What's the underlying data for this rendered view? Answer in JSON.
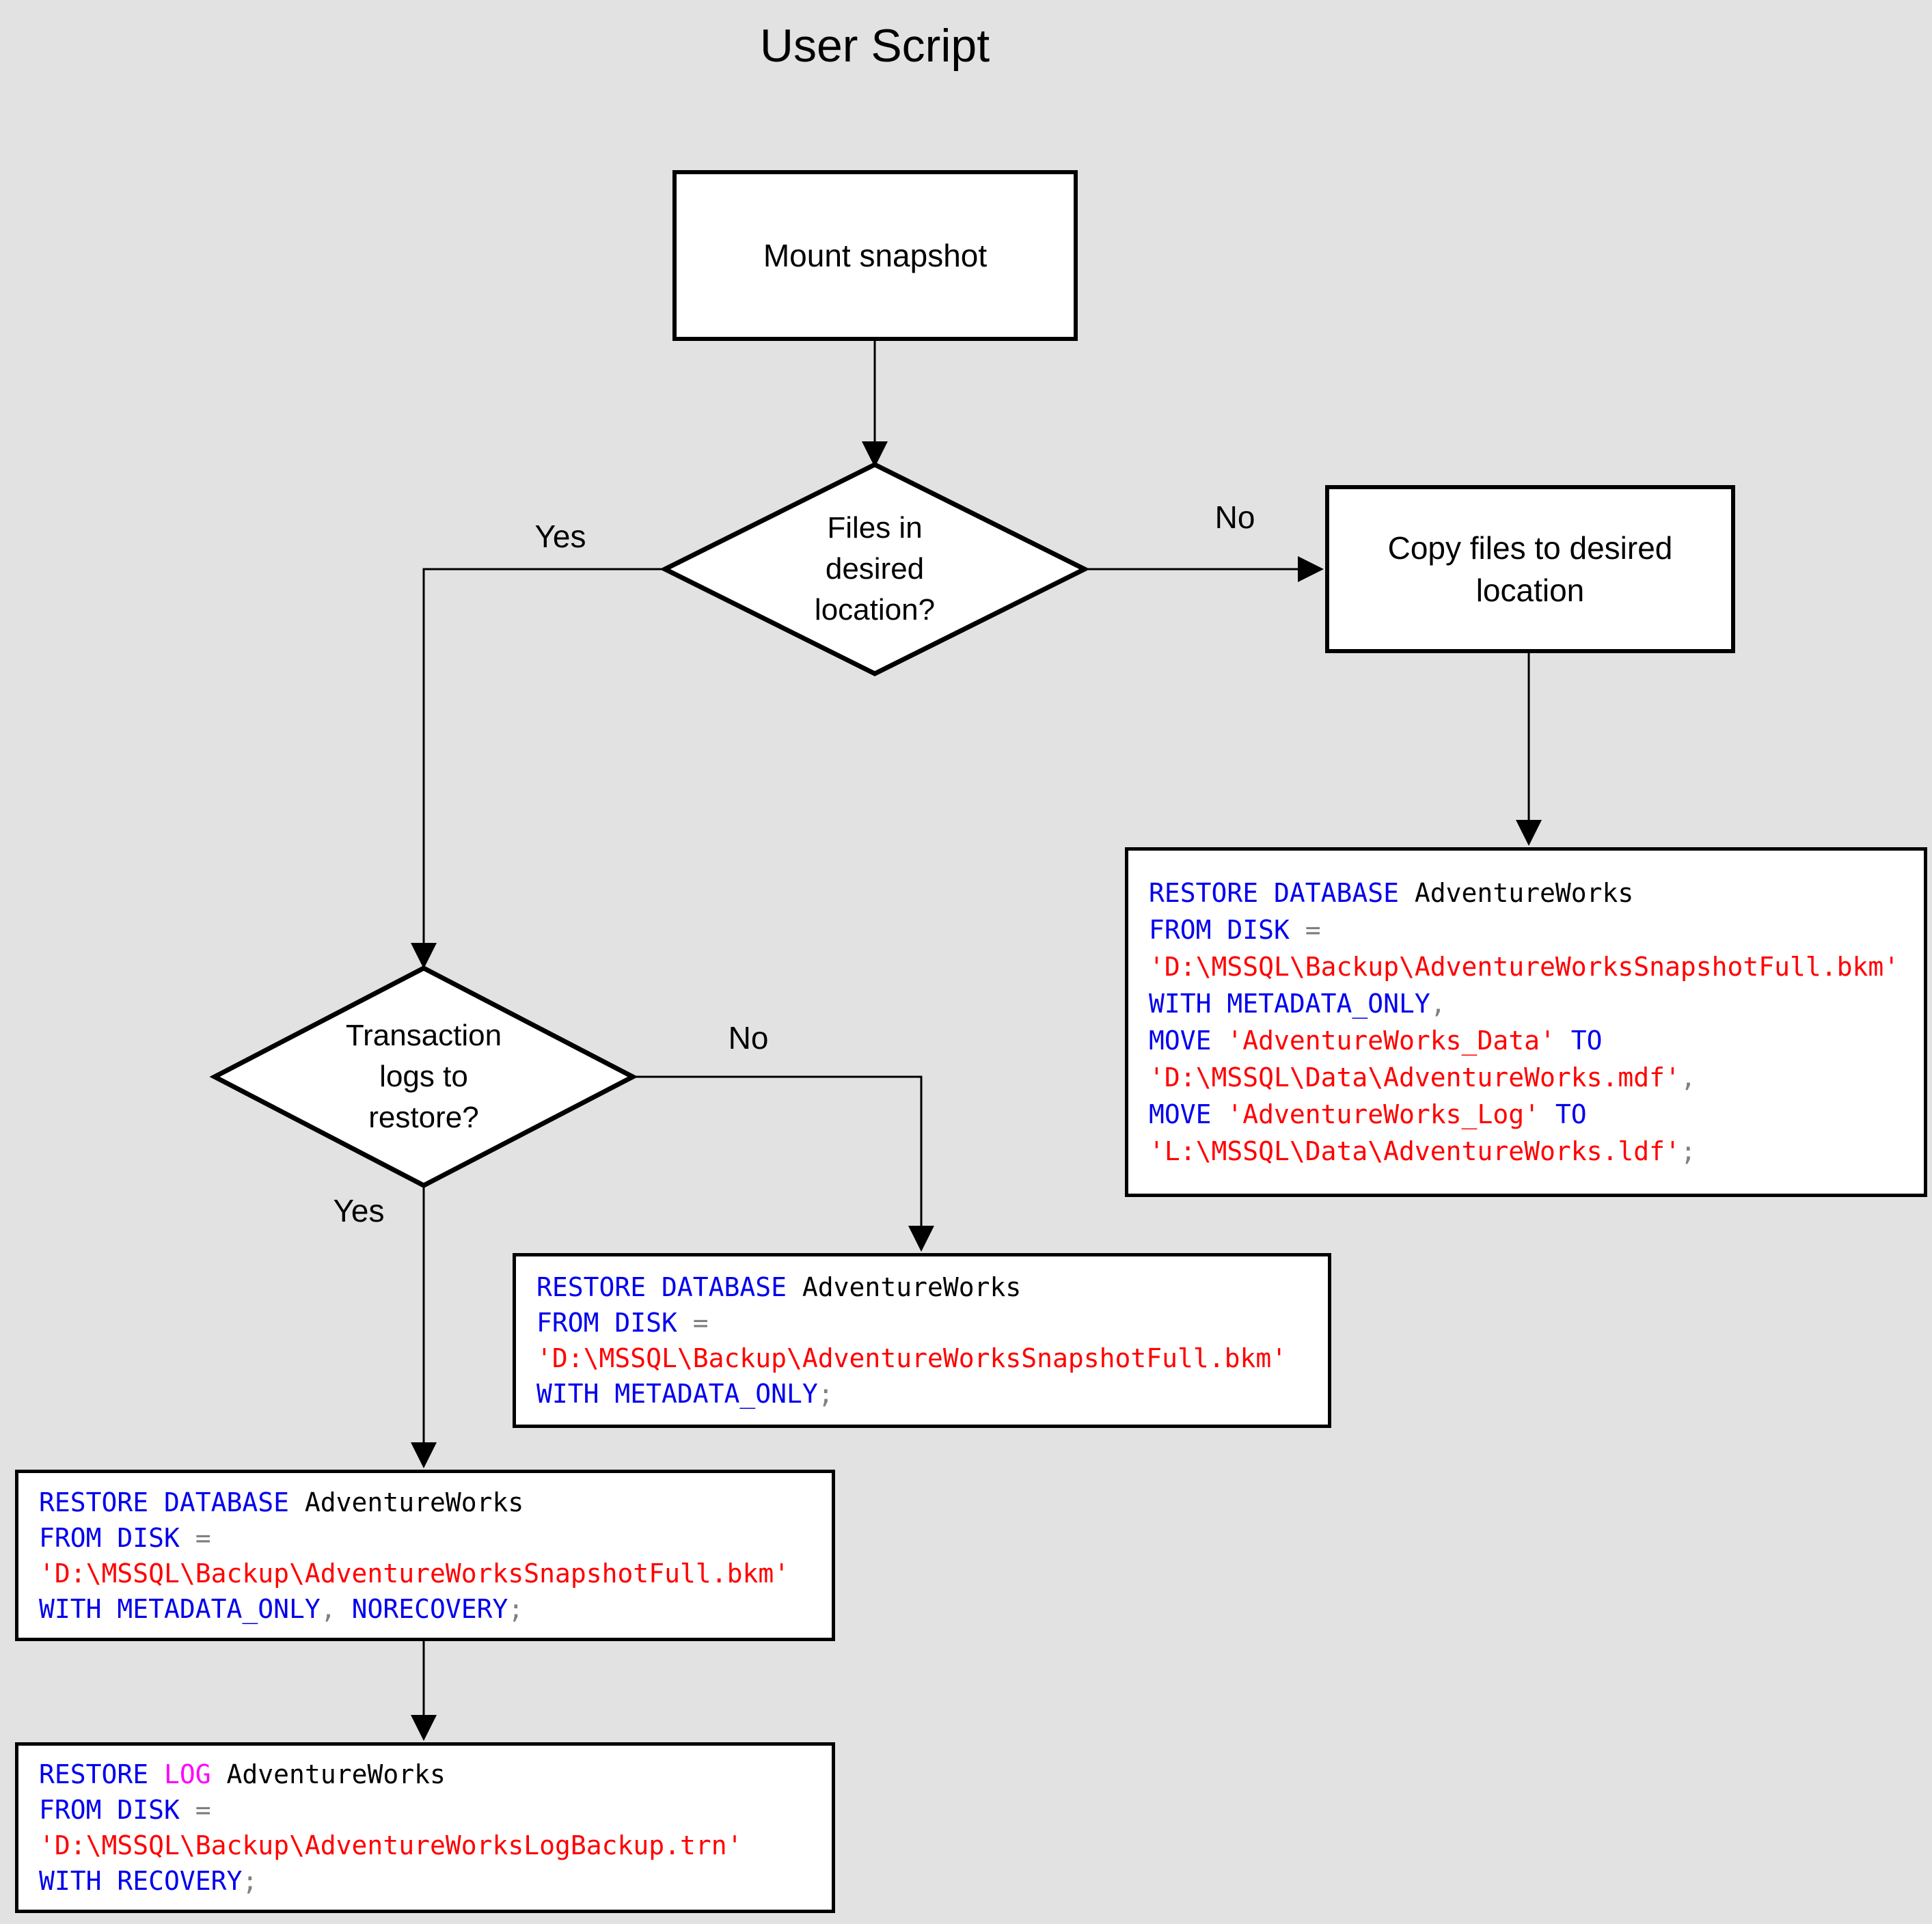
{
  "title": "User Script",
  "colors": {
    "background": "#e2e2e2",
    "shape_fill": "#ffffff",
    "shape_border": "#000000",
    "keyword": "#0000ee",
    "string": "#ff0000",
    "identifier": "#000000",
    "operator": "#808080",
    "log_keyword": "#ff00ff"
  },
  "nodes": {
    "mount_snapshot": {
      "label": "Mount snapshot"
    },
    "files_decision": {
      "lines": [
        "Files in",
        "desired",
        "location?"
      ]
    },
    "copy_files": {
      "lines": [
        "Copy files to desired",
        "location"
      ]
    },
    "logs_decision": {
      "lines": [
        "Transaction",
        "logs to",
        "restore?"
      ]
    }
  },
  "edge_labels": {
    "files_yes": "Yes",
    "files_no": "No",
    "logs_yes": "Yes",
    "logs_no": "No"
  },
  "code_blocks": [
    {
      "name": "restore-database-with-move",
      "lines": [
        [
          {
            "t": "RESTORE DATABASE",
            "c": "kw"
          },
          {
            "t": " AdventureWorks",
            "c": "id"
          }
        ],
        [
          {
            "t": "FROM DISK ",
            "c": "kw"
          },
          {
            "t": "=",
            "c": "op"
          }
        ],
        [
          {
            "t": "'D:\\MSSQL\\Backup\\AdventureWorksSnapshotFull.bkm'",
            "c": "str"
          }
        ],
        [
          {
            "t": "WITH METADATA_ONLY",
            "c": "kw"
          },
          {
            "t": ",",
            "c": "op"
          }
        ],
        [
          {
            "t": "MOVE ",
            "c": "kw"
          },
          {
            "t": "'AdventureWorks_Data'",
            "c": "str"
          },
          {
            "t": " TO",
            "c": "kw"
          }
        ],
        [
          {
            "t": "'D:\\MSSQL\\Data\\AdventureWorks.mdf'",
            "c": "str"
          },
          {
            "t": ",",
            "c": "op"
          }
        ],
        [
          {
            "t": "MOVE ",
            "c": "kw"
          },
          {
            "t": "'AdventureWorks_Log'",
            "c": "str"
          },
          {
            "t": " TO",
            "c": "kw"
          }
        ],
        [
          {
            "t": "'L:\\MSSQL\\Data\\AdventureWorks.ldf'",
            "c": "str"
          },
          {
            "t": ";",
            "c": "op"
          }
        ]
      ]
    },
    {
      "name": "restore-database-metadata-only",
      "lines": [
        [
          {
            "t": "RESTORE DATABASE",
            "c": "kw"
          },
          {
            "t": " AdventureWorks",
            "c": "id"
          }
        ],
        [
          {
            "t": "FROM DISK ",
            "c": "kw"
          },
          {
            "t": "=",
            "c": "op"
          }
        ],
        [
          {
            "t": "'D:\\MSSQL\\Backup\\AdventureWorksSnapshotFull.bkm'",
            "c": "str"
          }
        ],
        [
          {
            "t": "WITH METADATA_ONLY",
            "c": "kw"
          },
          {
            "t": ";",
            "c": "op"
          }
        ]
      ]
    },
    {
      "name": "restore-database-norecovery",
      "lines": [
        [
          {
            "t": "RESTORE DATABASE",
            "c": "kw"
          },
          {
            "t": " AdventureWorks",
            "c": "id"
          }
        ],
        [
          {
            "t": "FROM DISK ",
            "c": "kw"
          },
          {
            "t": "=",
            "c": "op"
          }
        ],
        [
          {
            "t": "'D:\\MSSQL\\Backup\\AdventureWorksSnapshotFull.bkm'",
            "c": "str"
          }
        ],
        [
          {
            "t": "WITH METADATA_ONLY",
            "c": "kw"
          },
          {
            "t": ", ",
            "c": "op"
          },
          {
            "t": "NORECOVERY",
            "c": "kw"
          },
          {
            "t": ";",
            "c": "op"
          }
        ]
      ]
    },
    {
      "name": "restore-log-recovery",
      "lines": [
        [
          {
            "t": "RESTORE ",
            "c": "kw"
          },
          {
            "t": "LOG",
            "c": "log"
          },
          {
            "t": " AdventureWorks",
            "c": "id"
          }
        ],
        [
          {
            "t": "FROM DISK ",
            "c": "kw"
          },
          {
            "t": "=",
            "c": "op"
          }
        ],
        [
          {
            "t": "'D:\\MSSQL\\Backup\\AdventureWorksLogBackup.trn'",
            "c": "str"
          }
        ],
        [
          {
            "t": "WITH RECOVERY",
            "c": "kw"
          },
          {
            "t": ";",
            "c": "op"
          }
        ]
      ]
    }
  ]
}
